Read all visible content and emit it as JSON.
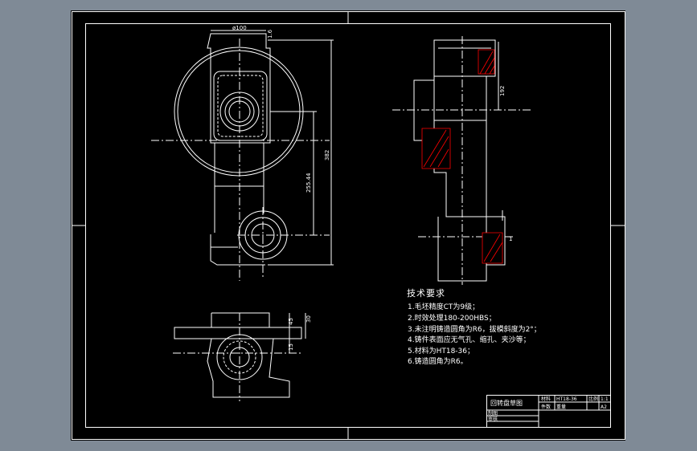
{
  "colors": {
    "background": "#7f8a96",
    "sheet": "#000000",
    "lines": "#ffffff",
    "hatch": "#ff0000",
    "title_text": "#ffffff"
  },
  "dimensions": {
    "top_diameter": "ø100",
    "top_small": "1.6",
    "overall_height": "382",
    "center_distance": "255.44",
    "side_height": "192",
    "side_small": "1",
    "bottom_45": "45",
    "bottom_30": "30",
    "bottom_15": "15"
  },
  "tech_requirements": {
    "title": "技术要求",
    "items": [
      "1.毛坯精度CT为9级；",
      "2.时效处理180-200HBS；",
      "3.未注明铸造圆角为R6，拔模斜度为2°；",
      "4.铸件表面应无气孔、缩孔、夹沙等；",
      "5.材料为HT18-36；",
      "6.铸造圆角为R6。"
    ]
  },
  "title_block": {
    "drawing_name": "回转盘草图",
    "label_material": "材料",
    "material": "HT18-36",
    "label_scale": "比例",
    "scale": "1:1",
    "label_qty": "件数",
    "label_drawn": "制图",
    "label_checked": "审核",
    "label_weight": "重量",
    "sheet": "A2"
  }
}
